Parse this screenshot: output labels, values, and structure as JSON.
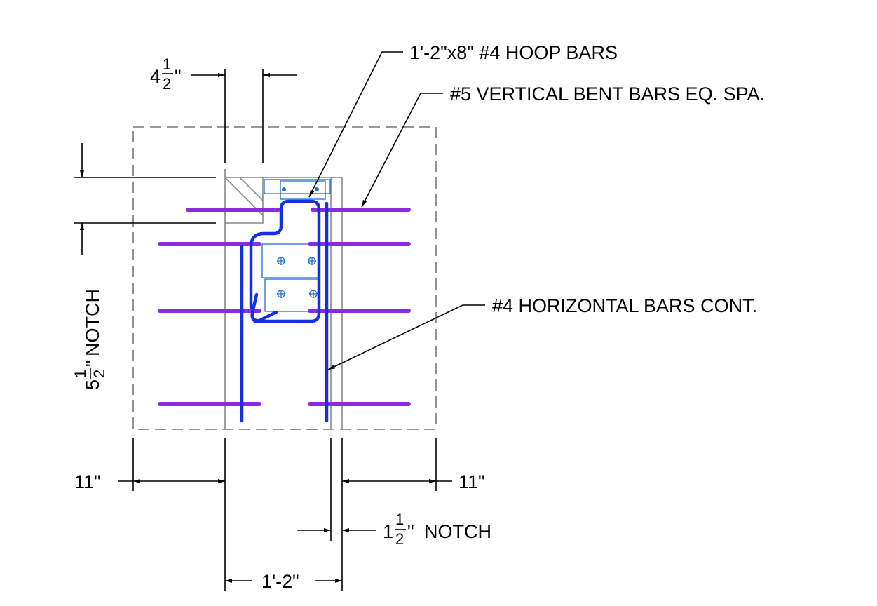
{
  "labels": {
    "hoop_bars": "1'-2\"x8\" #4 HOOP BARS",
    "vertical_bars": "#5 VERTICAL BENT BARS EQ. SPA.",
    "horizontal_bars": "#4 HORIZONTAL BARS CONT."
  },
  "dimensions": {
    "top_width": {
      "whole": "4",
      "num": "1",
      "den": "2",
      "unit": "\""
    },
    "notch_depth": {
      "whole": "5",
      "num": "1",
      "den": "2",
      "unit": "\"",
      "suffix": "NOTCH"
    },
    "left_offset": "11\"",
    "right_offset": "11\"",
    "notch_width": {
      "whole": "1",
      "num": "1",
      "den": "2",
      "unit": "\"",
      "suffix": "NOTCH"
    },
    "bottom_width": "1'-2\""
  },
  "colors": {
    "vertical_bars": "#8a2be2",
    "hoop_and_horizontal_bars": "#1530e0",
    "embed_plates": "#1f6fd1",
    "outline": "#888888",
    "dimension_lines": "#000000"
  }
}
